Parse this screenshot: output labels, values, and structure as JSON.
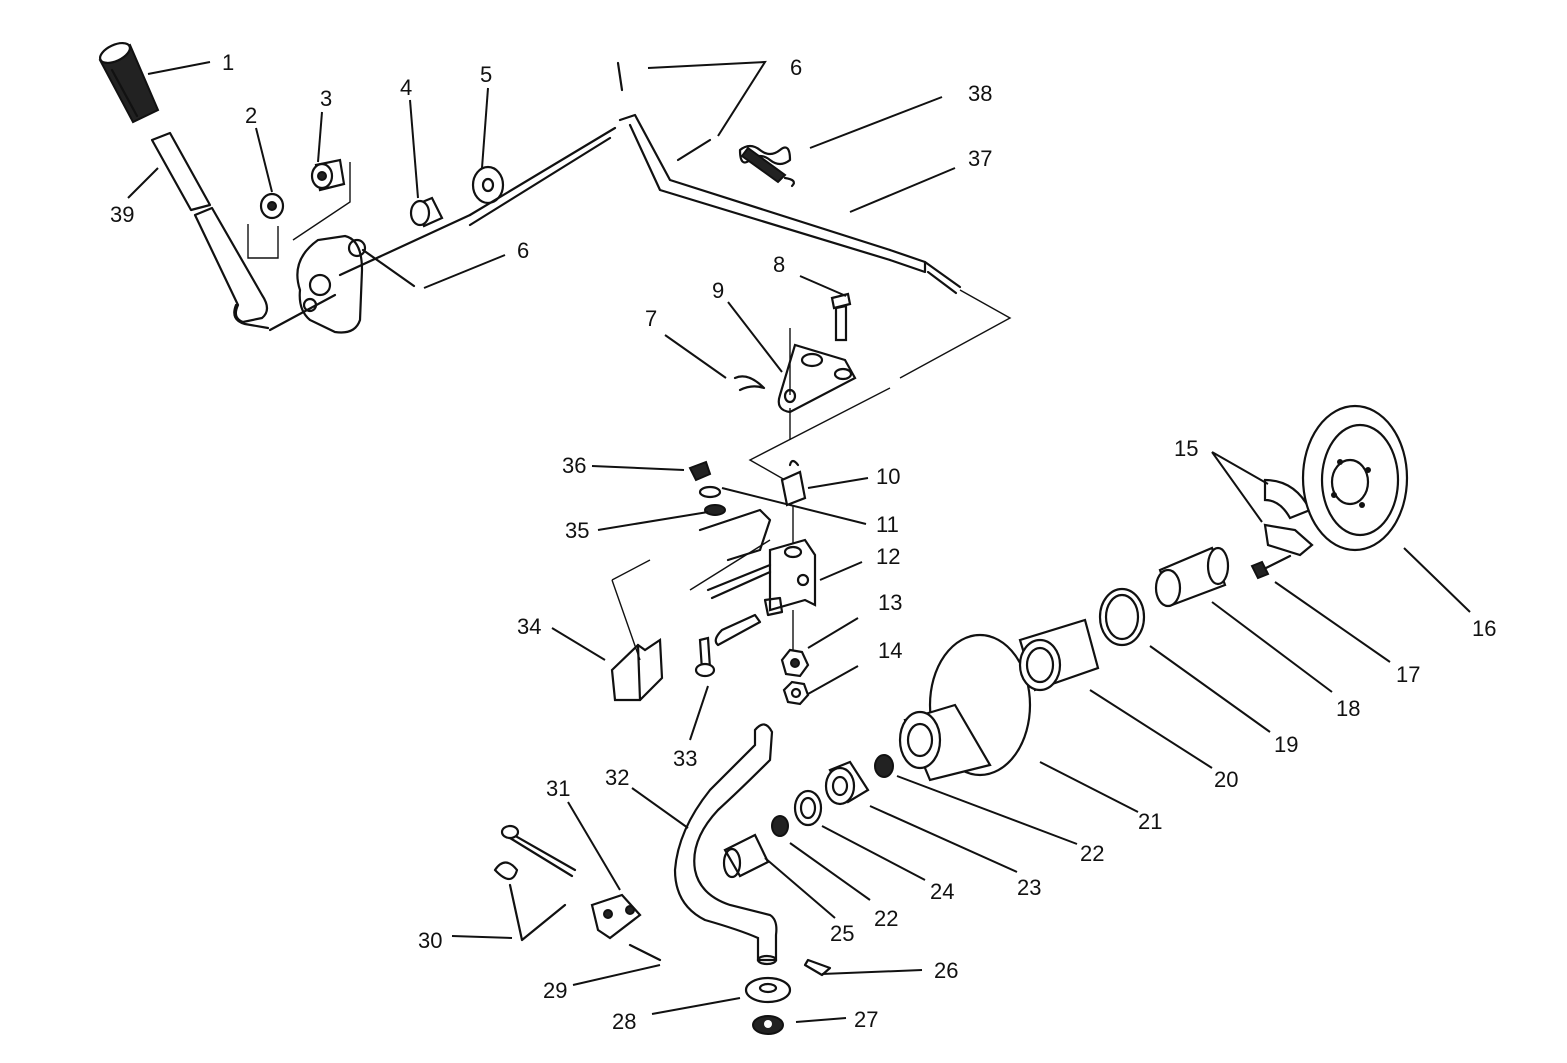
{
  "callouts": [
    {
      "id": "c1",
      "text": "1"
    },
    {
      "id": "c2",
      "text": "2"
    },
    {
      "id": "c3",
      "text": "3"
    },
    {
      "id": "c4",
      "text": "4"
    },
    {
      "id": "c5",
      "text": "5"
    },
    {
      "id": "c6a",
      "text": "6"
    },
    {
      "id": "c6b",
      "text": "6"
    },
    {
      "id": "c7",
      "text": "7"
    },
    {
      "id": "c8",
      "text": "8"
    },
    {
      "id": "c9",
      "text": "9"
    },
    {
      "id": "c10",
      "text": "10"
    },
    {
      "id": "c11",
      "text": "11"
    },
    {
      "id": "c12",
      "text": "12"
    },
    {
      "id": "c13",
      "text": "13"
    },
    {
      "id": "c14",
      "text": "14"
    },
    {
      "id": "c15",
      "text": "15"
    },
    {
      "id": "c16",
      "text": "16"
    },
    {
      "id": "c17",
      "text": "17"
    },
    {
      "id": "c18",
      "text": "18"
    },
    {
      "id": "c19",
      "text": "19"
    },
    {
      "id": "c20",
      "text": "20"
    },
    {
      "id": "c21",
      "text": "21"
    },
    {
      "id": "c22a",
      "text": "22"
    },
    {
      "id": "c22b",
      "text": "22"
    },
    {
      "id": "c23",
      "text": "23"
    },
    {
      "id": "c24",
      "text": "24"
    },
    {
      "id": "c25",
      "text": "25"
    },
    {
      "id": "c26",
      "text": "26"
    },
    {
      "id": "c27",
      "text": "27"
    },
    {
      "id": "c28",
      "text": "28"
    },
    {
      "id": "c29",
      "text": "29"
    },
    {
      "id": "c30",
      "text": "30"
    },
    {
      "id": "c31",
      "text": "31"
    },
    {
      "id": "c32",
      "text": "32"
    },
    {
      "id": "c33",
      "text": "33"
    },
    {
      "id": "c34",
      "text": "34"
    },
    {
      "id": "c35",
      "text": "35"
    },
    {
      "id": "c36",
      "text": "36"
    },
    {
      "id": "c37",
      "text": "37"
    },
    {
      "id": "c38",
      "text": "38"
    },
    {
      "id": "c39",
      "text": "39"
    }
  ],
  "colors": {
    "ink": "#111111",
    "paper": "#ffffff"
  }
}
